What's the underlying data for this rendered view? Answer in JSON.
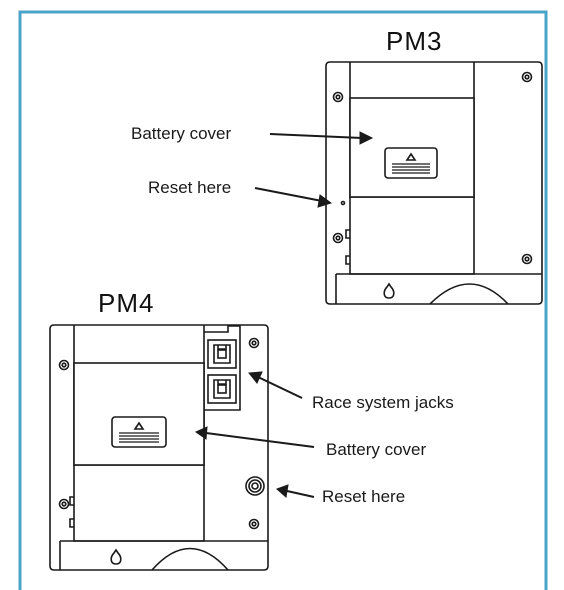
{
  "pm3": {
    "title": "PM3",
    "battery_label": "Battery cover",
    "reset_label": "Reset here"
  },
  "pm4": {
    "title": "PM4",
    "jacks_label": "Race system jacks",
    "battery_label": "Battery cover",
    "reset_label": "Reset here"
  },
  "colors": {
    "frame_border": "#4aa3c8",
    "line": "#1a1a1a",
    "background": "#ffffff"
  }
}
